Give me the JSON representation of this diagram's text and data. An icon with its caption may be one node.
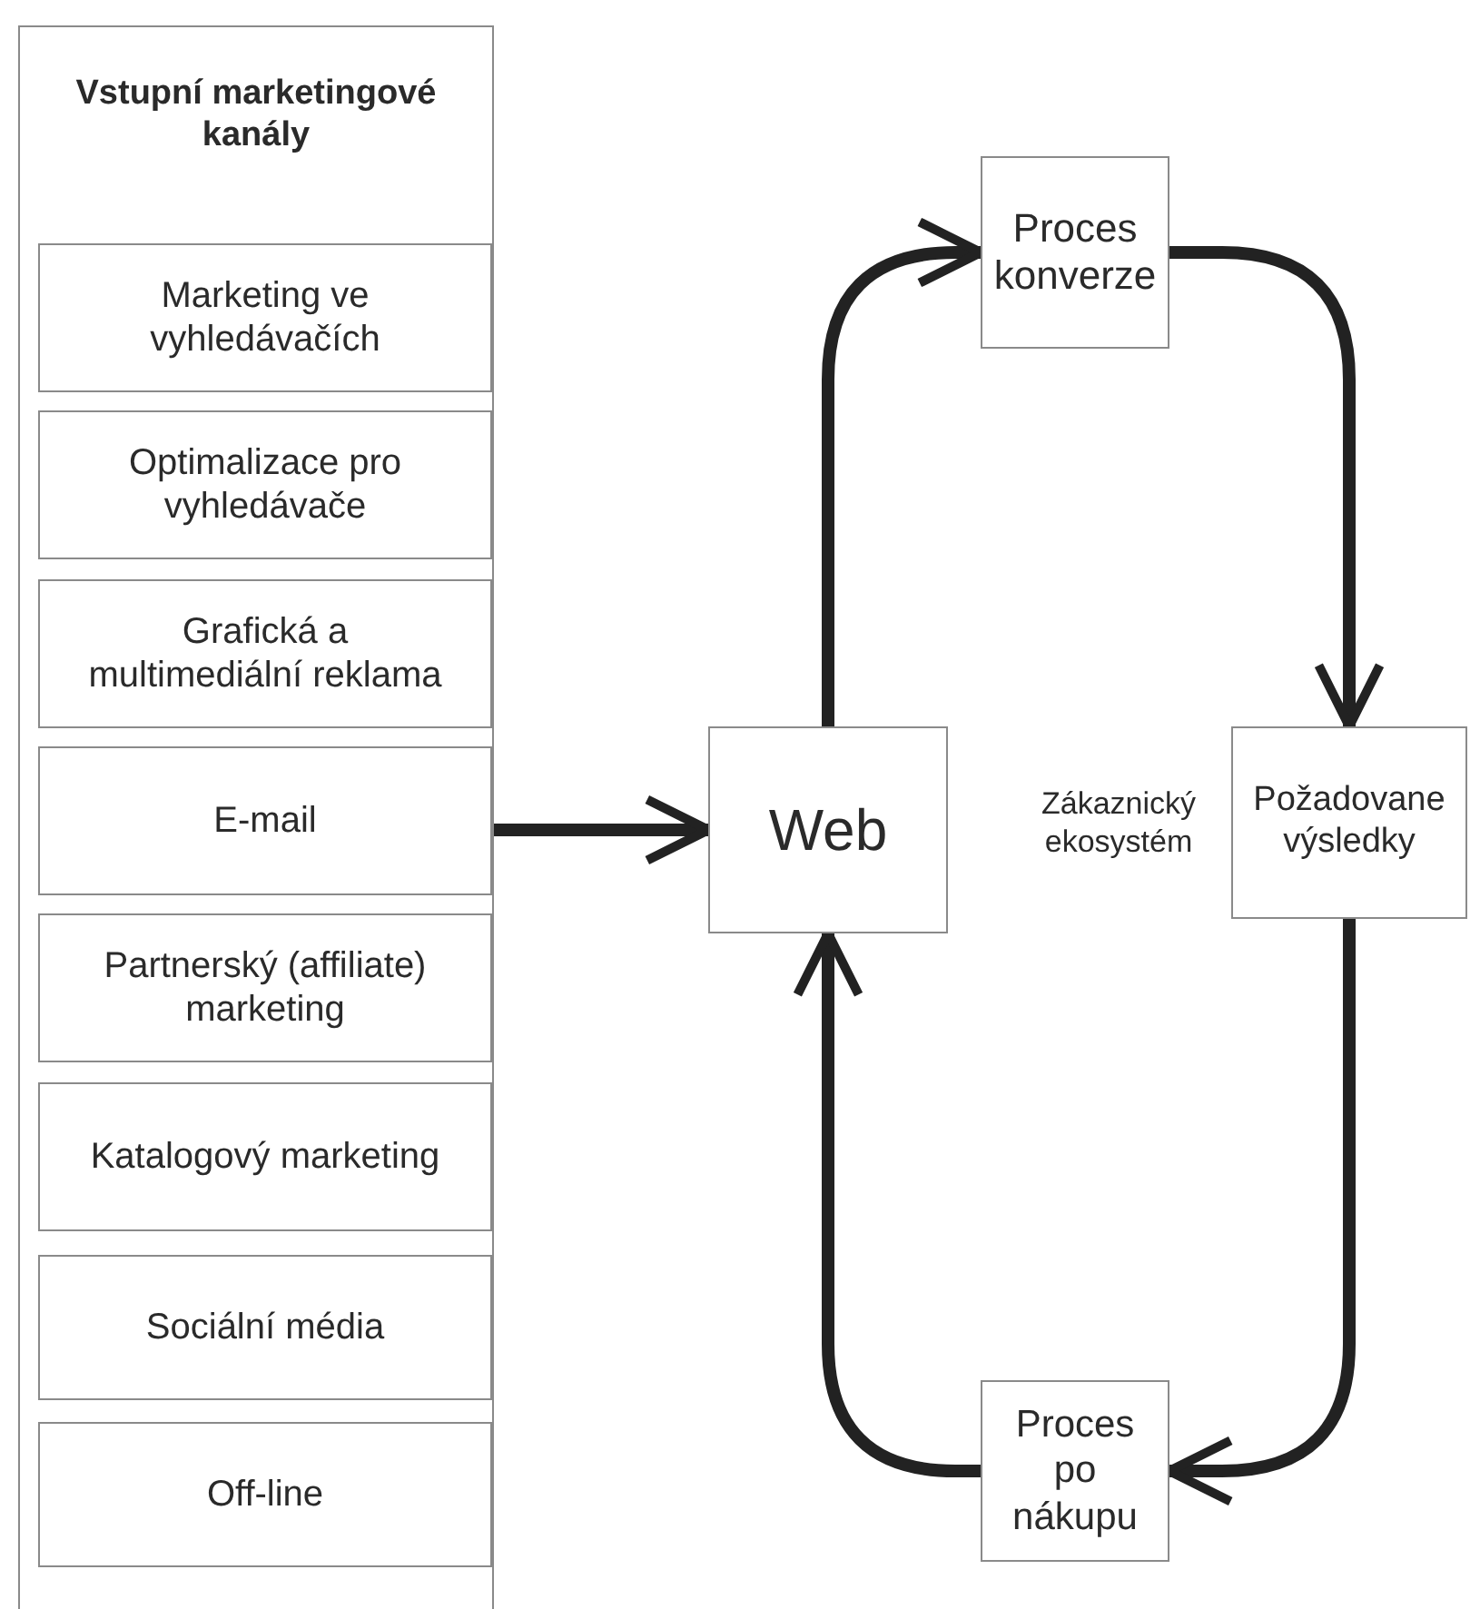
{
  "diagram": {
    "nodes": [
      {
        "text": [
          "Vstupní marketingové kanály"
        ]
      },
      {
        "text": [
          "Marketing ve vyhledávačích"
        ],
        "in": 0
      },
      {
        "text": [
          "Optimalizace pro vyhledávače"
        ],
        "in": 0
      },
      {
        "text": [
          "Grafická a multimediální reklama"
        ],
        "in": 0
      },
      {
        "text": [
          "E-mail"
        ],
        "in": 0
      },
      {
        "text": [
          "Partnerský (affiliate) marketing"
        ],
        "in": 0
      },
      {
        "text": [
          "Katalogový marketing"
        ],
        "in": 0
      },
      {
        "text": [
          "Sociální média"
        ],
        "in": 0
      },
      {
        "text": [
          "Off-line"
        ],
        "in": 0
      },
      {
        "text": [
          "Web"
        ]
      },
      {
        "text": [
          "Proces konverze"
        ]
      },
      {
        "text": [
          "Požadovane výsledky"
        ]
      },
      {
        "text": [
          "Proces po nákupu"
        ]
      }
    ],
    "edges": [
      {
        "from": 0,
        "to": 9,
        "arrow": "to"
      },
      {
        "from": 9,
        "to": 10,
        "arrow": "to"
      },
      {
        "from": 10,
        "to": 11,
        "arrow": "to"
      },
      {
        "from": 11,
        "to": 12,
        "arrow": "to"
      },
      {
        "from": 12,
        "to": 9,
        "arrow": "to"
      }
    ],
    "labels": [
      "Zákaznický ekosystém"
    ]
  }
}
